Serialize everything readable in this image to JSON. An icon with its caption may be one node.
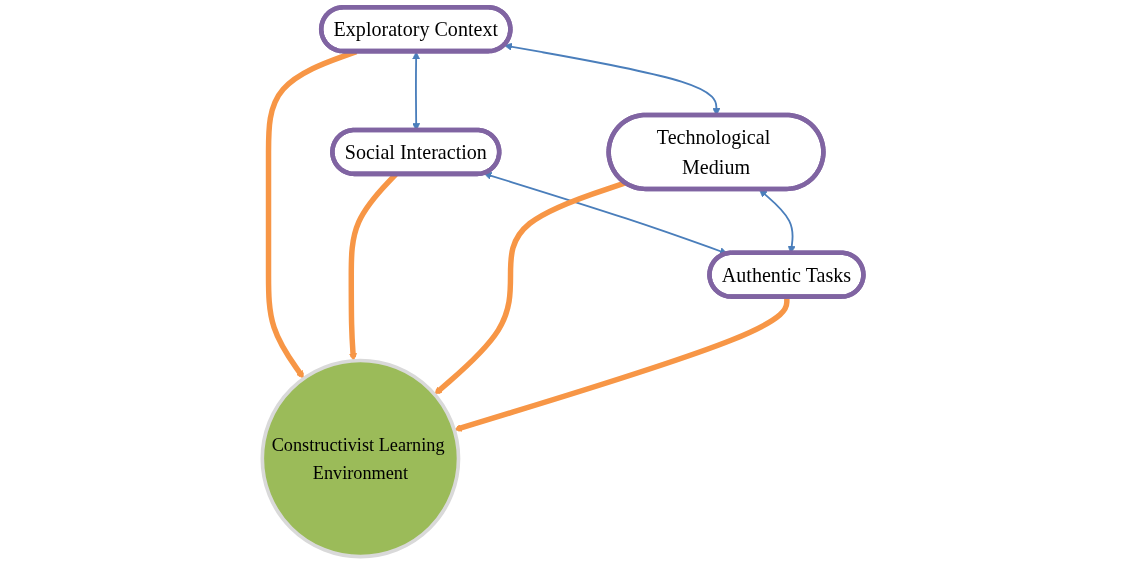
{
  "diagram": {
    "nodes": [
      {
        "text": [
          "Exploratory Context"
        ]
      },
      {
        "text": [
          "Social Interaction"
        ]
      },
      {
        "text": [
          "Constructivist Learning Environment"
        ]
      },
      {
        "text": [
          "Technological Medium"
        ]
      },
      {
        "text": [
          "Authentic Tasks"
        ]
      }
    ],
    "edges": [
      {
        "from": 0,
        "to": 1,
        "arrow": "both"
      },
      {
        "from": 0,
        "to": 3,
        "arrow": "both"
      },
      {
        "from": 1,
        "to": 4,
        "arrow": "both"
      },
      {
        "from": 3,
        "to": 4,
        "arrow": "both"
      },
      {
        "from": 0,
        "to": 2,
        "arrow": "to",
        "style": "thick",
        "color": "#f79646"
      },
      {
        "from": 1,
        "to": 2,
        "arrow": "to",
        "style": "thick",
        "color": "#f79646"
      },
      {
        "from": 3,
        "to": 2,
        "arrow": "to",
        "style": "thick",
        "color": "#f79646"
      },
      {
        "from": 4,
        "to": 2,
        "arrow": "to",
        "style": "thick",
        "color": "#f79646"
      }
    ]
  }
}
